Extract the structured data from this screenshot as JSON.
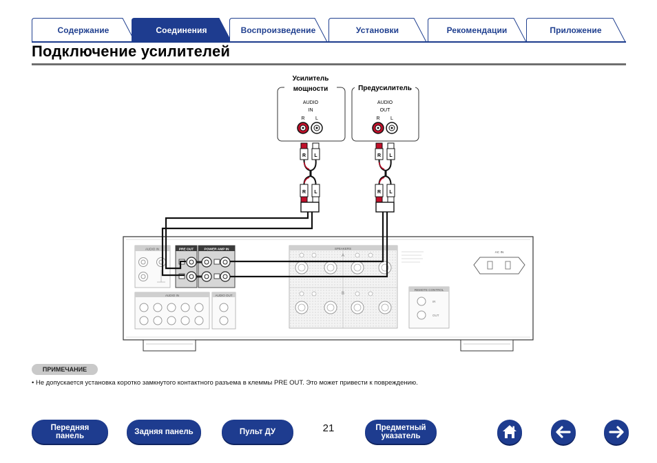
{
  "tabs": [
    {
      "label": "Содержание",
      "active": false
    },
    {
      "label": "Соединения",
      "active": true
    },
    {
      "label": "Воспроизведение",
      "active": false
    },
    {
      "label": "Установки",
      "active": false
    },
    {
      "label": "Рекомендации",
      "active": false
    },
    {
      "label": "Приложение",
      "active": false
    }
  ],
  "page_title": "Подключение усилителей",
  "diagram": {
    "power_amp": {
      "label_line1": "Усилитель",
      "label_line2": "мощности",
      "jack_label_1": "AUDIO",
      "jack_label_2": "IN",
      "r": "R",
      "l": "L"
    },
    "preamp": {
      "label": "Предусилитель",
      "jack_label_1": "AUDIO",
      "jack_label_2": "OUT",
      "r": "R",
      "l": "L"
    },
    "plug_r": "R",
    "plug_l": "L",
    "rear_panel": {
      "audio_in": "AUDIO IN",
      "pre_out": "PRE OUT",
      "power_amp_in": "POWER AMP IN",
      "speakers": "SPEAKERS",
      "audio_in_lower": "AUDIO IN",
      "audio_out": "AUDIO OUT",
      "ac_in": "AC IN",
      "remote_control": "REMOTE CONTROL",
      "ir": "IR",
      "out": "OUT",
      "speaker_a": "A",
      "speaker_b": "B"
    }
  },
  "note": {
    "badge": "ПРИМЕЧАНИЕ",
    "text": "Не допускается установка коротко замкнутого контактного разъема в клеммы PRE OUT. Это может привести к повреждению."
  },
  "footer": {
    "front_panel_line1": "Передняя",
    "front_panel_line2": "панель",
    "rear_panel": "Задняя панель",
    "remote": "Пульт ДУ",
    "page_number": "21",
    "index_line1": "Предметный",
    "index_line2": "указатель"
  },
  "colors": {
    "brand_blue": "#1e3c8f",
    "tab_border": "#1f3f8f",
    "red_jack": "#c0102a"
  }
}
